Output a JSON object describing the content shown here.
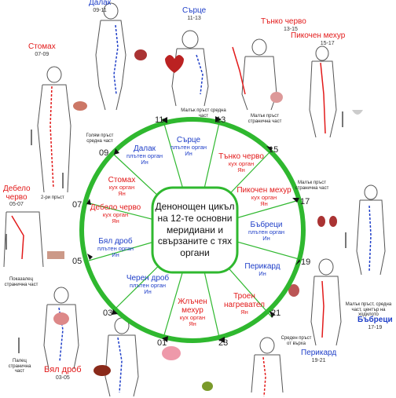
{
  "center_text": "Денонощен цикъл на 12-те основни меридиани и свързаните с тях органи",
  "hours": [
    "11",
    "13",
    "15",
    "17",
    "19",
    "21",
    "23",
    "01",
    "03",
    "05",
    "07",
    "09"
  ],
  "sectors": [
    {
      "name": "Сърце",
      "sub1": "плътен орган",
      "sub2": "Ин",
      "color": "blue"
    },
    {
      "name": "Тънко черво",
      "sub1": "кух орган",
      "sub2": "Ян",
      "color": "red"
    },
    {
      "name": "Пикочен мехур",
      "sub1": "кух орган",
      "sub2": "Ян",
      "color": "red"
    },
    {
      "name": "Бъбреци",
      "sub1": "плътен орган",
      "sub2": "Ин",
      "color": "blue"
    },
    {
      "name": "Перикард",
      "sub1": "Ин",
      "sub2": "",
      "color": "blue"
    },
    {
      "name": "Троен нагревател",
      "sub1": "Ян",
      "sub2": "",
      "color": "red"
    },
    {
      "name": "Жлъчен мехур",
      "sub1": "кух орган",
      "sub2": "Ян",
      "color": "red"
    },
    {
      "name": "Черен дроб",
      "sub1": "плътен орган",
      "sub2": "Ин",
      "color": "blue"
    },
    {
      "name": "Бял дроб",
      "sub1": "плътен орган",
      "sub2": "Ин",
      "color": "blue"
    },
    {
      "name": "Дебело черво",
      "sub1": "кух орган",
      "sub2": "Ян",
      "color": "red"
    },
    {
      "name": "Стомах",
      "sub1": "кух орган",
      "sub2": "Ян",
      "color": "red"
    },
    {
      "name": "Далак",
      "sub1": "плътен орган",
      "sub2": "Ин",
      "color": "blue"
    }
  ],
  "outer_labels": {
    "dalak": {
      "title": "Далак",
      "time": "09-11"
    },
    "sartse": {
      "title": "Сърце",
      "time": "11-13"
    },
    "tanko": {
      "title": "Тънко черво",
      "time": "13-15"
    },
    "pikochen": {
      "title": "Пикочен мехур",
      "time": "15-17"
    },
    "stomah": {
      "title": "Стомах",
      "time": "07-09"
    },
    "debelo": {
      "title": "Дебело черво",
      "time": "05-07"
    },
    "bubretsi": {
      "title": "Бъбреци",
      "time": "17-19"
    },
    "perikard": {
      "title": "Перикард",
      "time": "19-21"
    },
    "byal": {
      "title": "Бял дроб",
      "time": "03-05"
    }
  },
  "notes": {
    "golyam_prast": "Голям пръст средна част",
    "malak_prast_1": "Малък пръст средна част",
    "malak_prast_2": "Малък пръст странична част",
    "malak_prast_3": "Малък пръст странична част",
    "vtori_prast": "2-ри пръст",
    "pokazalets": "Показалец странична част",
    "palets": "Палец странична част",
    "malak_sreda": "Малък пръст, средна част, център на ходилото",
    "sreden_prast": "Среден пръст от върха"
  }
}
